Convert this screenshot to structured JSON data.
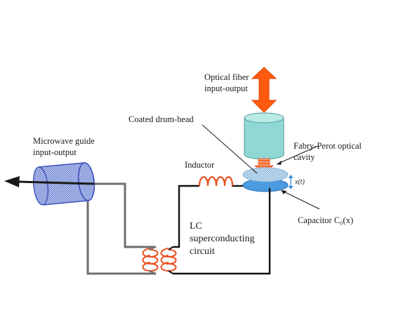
{
  "labels": {
    "optical_fiber_line1": "Optical fiber",
    "optical_fiber_line2": "input-output",
    "coated_drum_head": "Coated drum-head",
    "microwave_line1": "Microwave guide",
    "microwave_line2": "input-output",
    "fabry_perot_line1": "Fabry-Perot optical",
    "fabry_perot_line2": "cavity",
    "inductor": "Inductor",
    "displacement": "x(t)",
    "capacitor": "Capacitor  C₀(x)",
    "lc_line1": "LC",
    "lc_line2": "superconducting",
    "lc_line3": "circuit"
  },
  "colors": {
    "optical_arrow": "#ff5a10",
    "cylinder_body": "#8fd8d4",
    "cylinder_top": "#b8eae6",
    "drum_disk": "#b8d8ef",
    "capacitor_plate": "#4a9be0",
    "waveguide": "#5870d8",
    "coil": "#e8501e",
    "wire_grey": "#6e6e6e",
    "wire_black": "#111111"
  }
}
